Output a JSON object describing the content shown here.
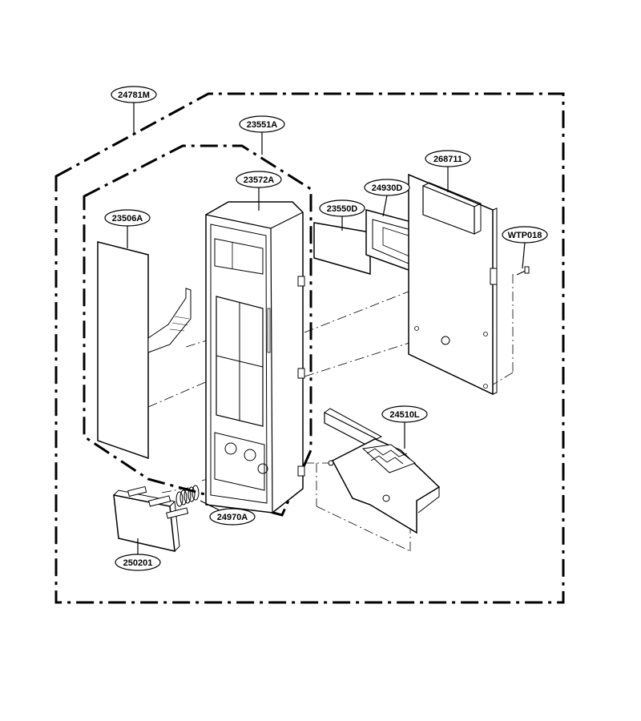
{
  "part_labels": {
    "assembly_outer": "24781M",
    "assembly_inner": "23551A",
    "front_frame": "23572A",
    "membrane_panel": "23506A",
    "window_sheet": "23550D",
    "display_holder": "24930D",
    "control_pcb": "268711",
    "screw": "WTP018",
    "door_lever": "24510L",
    "spring": "24970A",
    "push_button": "250201"
  },
  "colors": {
    "line": "#000000",
    "background": "#ffffff"
  }
}
